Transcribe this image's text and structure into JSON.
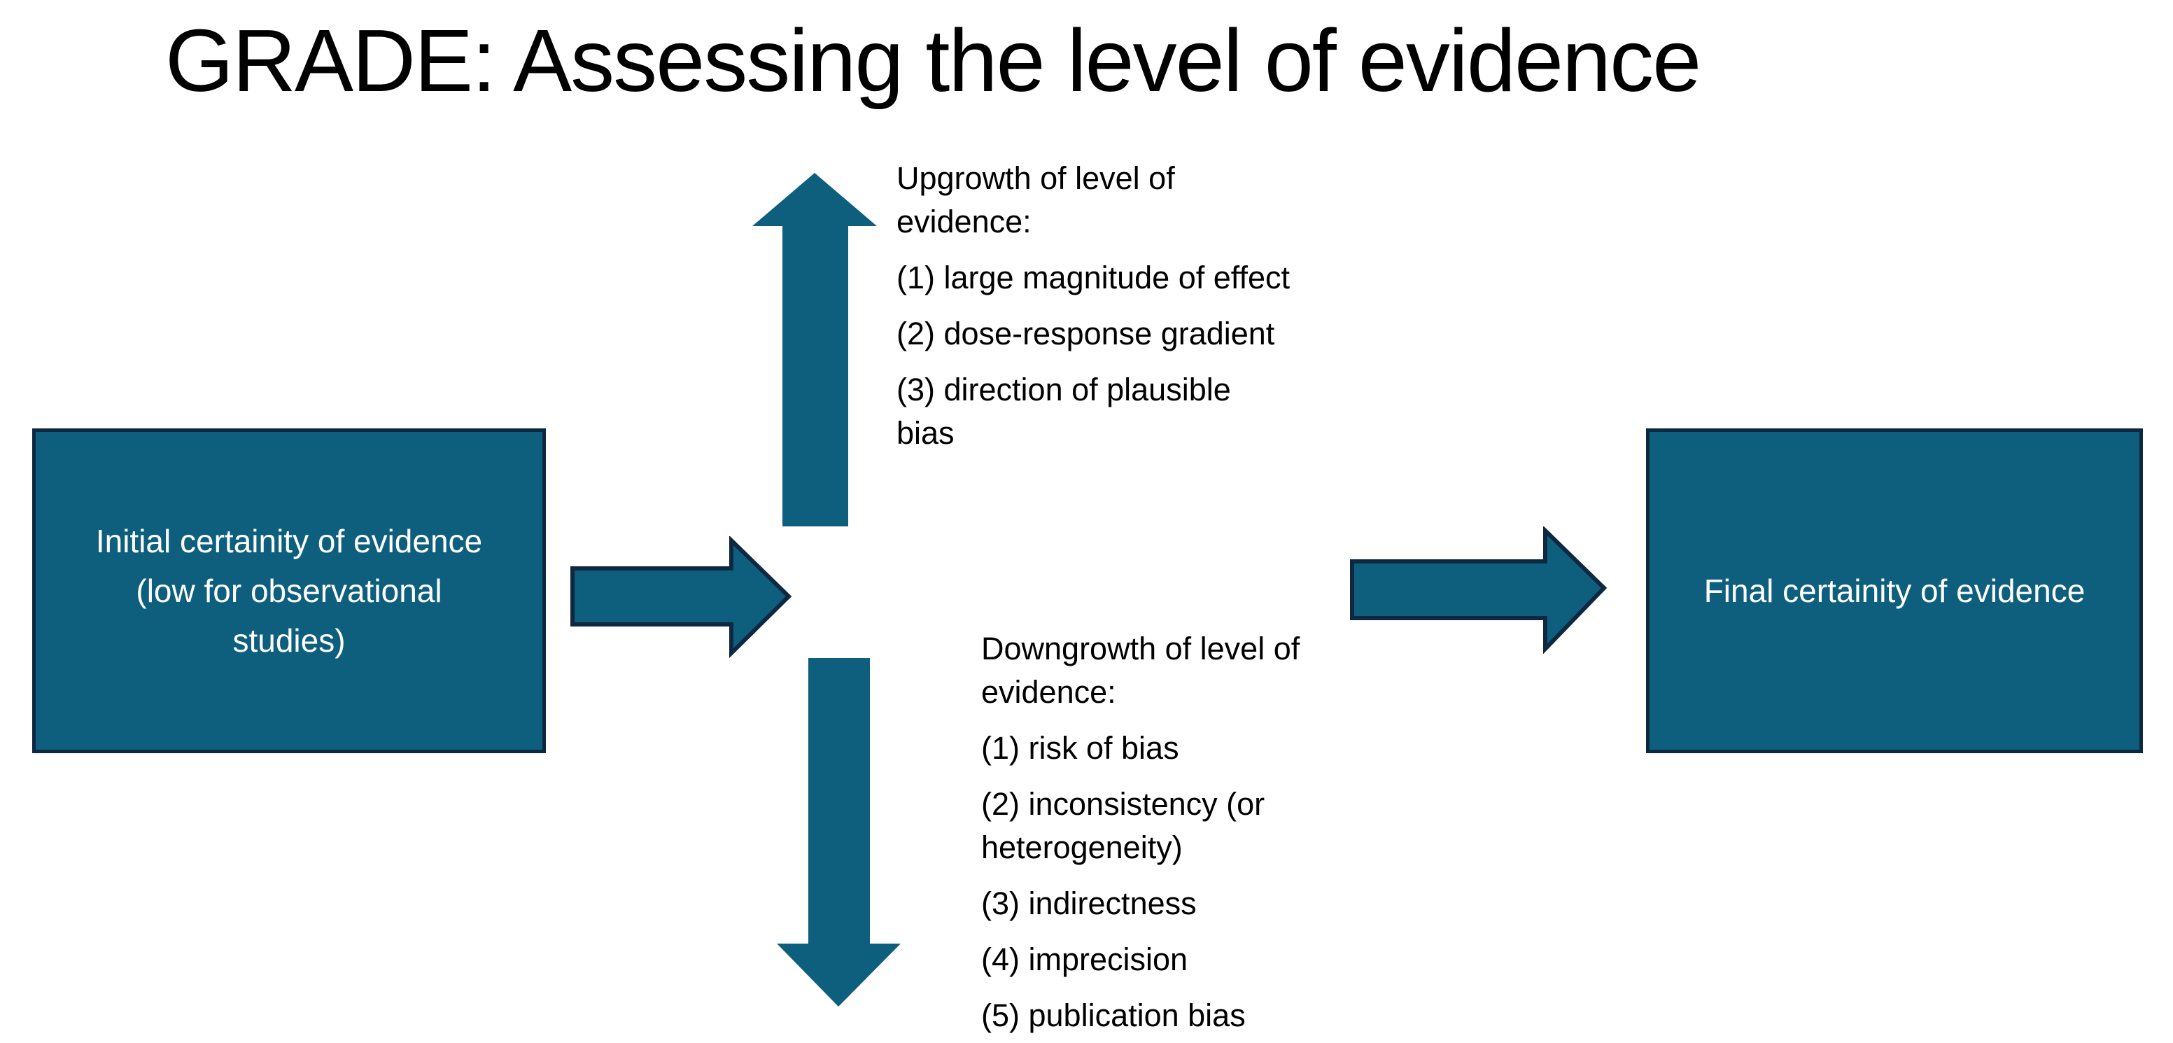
{
  "title": "GRADE: Assessing the level of evidence",
  "colors": {
    "shape_fill": "#0E5F7E",
    "shape_border": "#0D2840",
    "box_text": "#FFFFFF",
    "note_text": "#000000",
    "background": "#FFFFFF"
  },
  "initial_box": {
    "lines": [
      "Initial certainity of evidence",
      "(low for observational",
      "studies)"
    ]
  },
  "final_box": {
    "lines": [
      "Final certainity of evidence"
    ]
  },
  "upgrowth": {
    "paragraphs": [
      [
        "Upgrowth of level of",
        "evidence:"
      ],
      [
        "(1) large magnitude of effect"
      ],
      [
        "(2) dose-response gradient"
      ],
      [
        "(3) direction of plausible",
        "bias"
      ]
    ]
  },
  "downgrowth": {
    "paragraphs": [
      [
        "Downgrowth of level of",
        "evidence:"
      ],
      [
        "(1) risk of bias"
      ],
      [
        "(2) inconsistency (or",
        "heterogeneity)"
      ],
      [
        "(3) indirectness"
      ],
      [
        "(4) imprecision"
      ],
      [
        "(5) publication bias"
      ]
    ]
  }
}
